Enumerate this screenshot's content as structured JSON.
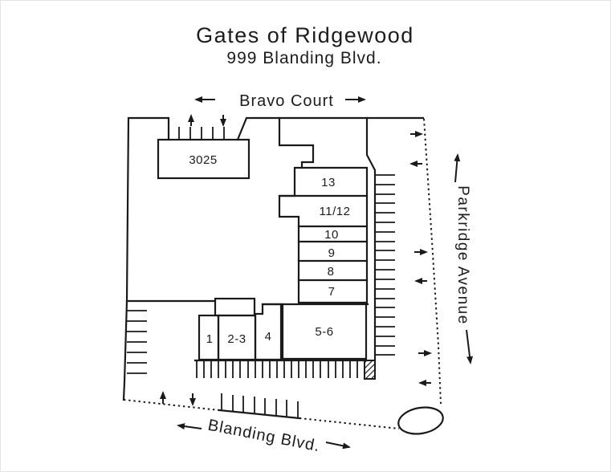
{
  "page": {
    "title": "Gates of Ridgewood",
    "subtitle": "999 Blanding Blvd."
  },
  "streets": {
    "top": "Bravo Court",
    "right": "Parkridge Avenue",
    "bottom": "Blanding Blvd."
  },
  "labels": {
    "b3025": "3025",
    "b13": "13",
    "b1112": "11/12",
    "b10": "10",
    "b9": "9",
    "b8": "8",
    "b7": "7",
    "b56": "5-6",
    "b4": "4",
    "b23": "2-3",
    "b1": "1"
  },
  "colors": {
    "ink": "#1a1a1a",
    "background": "#ffffff"
  }
}
